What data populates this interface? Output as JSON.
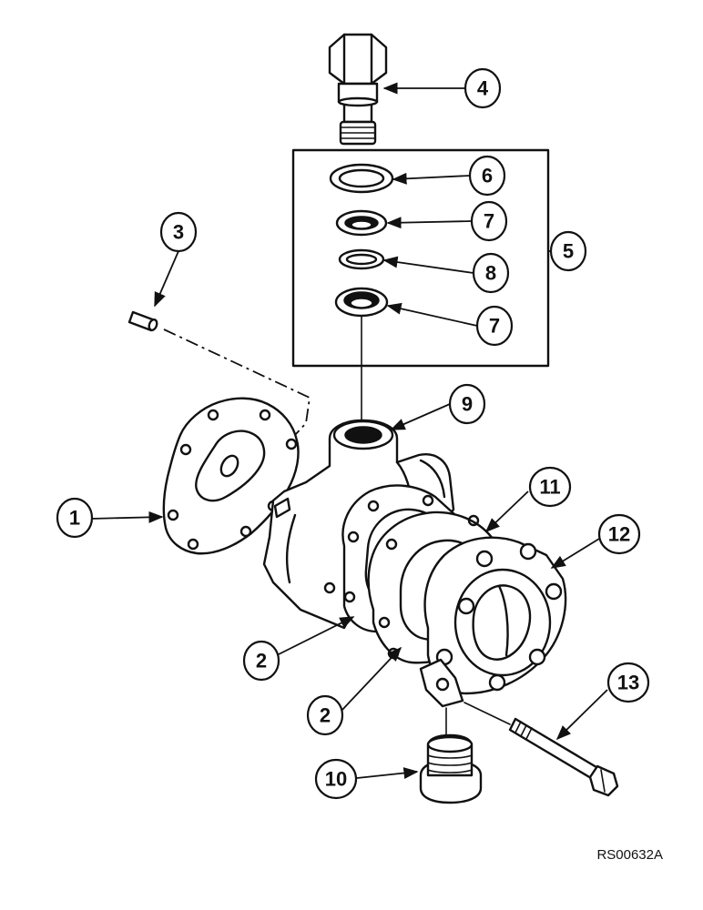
{
  "reference_code": "RS00632A",
  "callouts": [
    {
      "id": "c1",
      "label": "1"
    },
    {
      "id": "c2a",
      "label": "2"
    },
    {
      "id": "c2b",
      "label": "2"
    },
    {
      "id": "c3",
      "label": "3"
    },
    {
      "id": "c4",
      "label": "4"
    },
    {
      "id": "c5",
      "label": "5"
    },
    {
      "id": "c6",
      "label": "6"
    },
    {
      "id": "c7a",
      "label": "7"
    },
    {
      "id": "c8",
      "label": "8"
    },
    {
      "id": "c7b",
      "label": "7"
    },
    {
      "id": "c9",
      "label": "9"
    },
    {
      "id": "c10",
      "label": "10"
    },
    {
      "id": "c11",
      "label": "11"
    },
    {
      "id": "c12",
      "label": "12"
    },
    {
      "id": "c13",
      "label": "13"
    }
  ]
}
